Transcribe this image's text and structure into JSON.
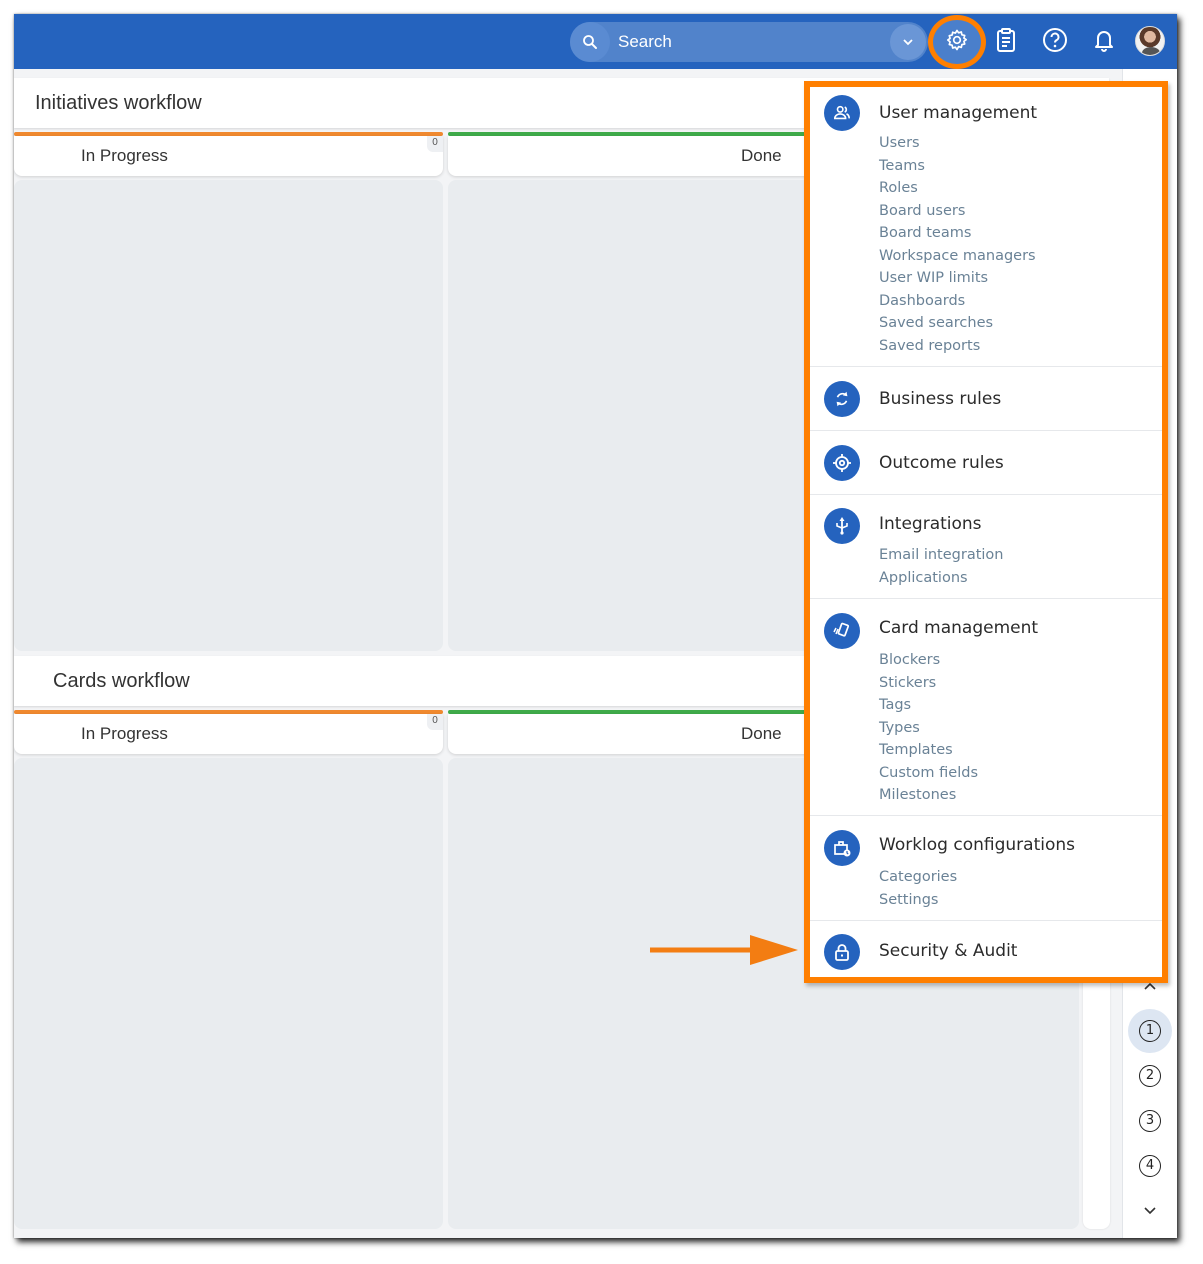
{
  "topbar": {
    "search_placeholder": "Search",
    "icons": [
      "search-icon",
      "chevron-down-icon",
      "gear-icon",
      "clipboard-icon",
      "help-icon",
      "bell-icon",
      "avatar"
    ]
  },
  "board": {
    "lanes": [
      {
        "title": "Initiatives workflow",
        "columns": [
          {
            "name": "In Progress",
            "count": "0",
            "color": "#f0892f"
          },
          {
            "name": "Done",
            "color": "#3fab4a"
          }
        ]
      },
      {
        "title": "Cards workflow",
        "columns": [
          {
            "name": "In Progress",
            "count": "0",
            "color": "#f0892f"
          },
          {
            "name": "Done",
            "color": "#3fab4a"
          }
        ]
      }
    ]
  },
  "lane_nav": {
    "items": [
      "1",
      "2",
      "3",
      "4"
    ],
    "active": "1"
  },
  "settings_menu": {
    "sections": [
      {
        "title": "User management",
        "icon": "users-icon",
        "items": [
          "Users",
          "Teams",
          "Roles",
          "Board users",
          "Board teams",
          "Workspace managers",
          "User WIP limits",
          "Dashboards",
          "Saved searches",
          "Saved reports"
        ]
      },
      {
        "title": "Business rules",
        "icon": "refresh-icon",
        "items": []
      },
      {
        "title": "Outcome rules",
        "icon": "target-icon",
        "items": []
      },
      {
        "title": "Integrations",
        "icon": "usb-icon",
        "items": [
          "Email integration",
          "Applications"
        ]
      },
      {
        "title": "Card management",
        "icon": "card-icon",
        "items": [
          "Blockers",
          "Stickers",
          "Tags",
          "Types",
          "Templates",
          "Custom fields",
          "Milestones"
        ]
      },
      {
        "title": "Worklog configurations",
        "icon": "briefcase-clock-icon",
        "items": [
          "Categories",
          "Settings"
        ]
      },
      {
        "title": "Security & Audit",
        "icon": "lock-icon",
        "items": []
      }
    ]
  },
  "colors": {
    "primary": "#2563be",
    "highlight": "#ff7f00",
    "in_progress": "#f0892f",
    "done": "#3fab4a",
    "submenu_text": "#6a8296"
  }
}
